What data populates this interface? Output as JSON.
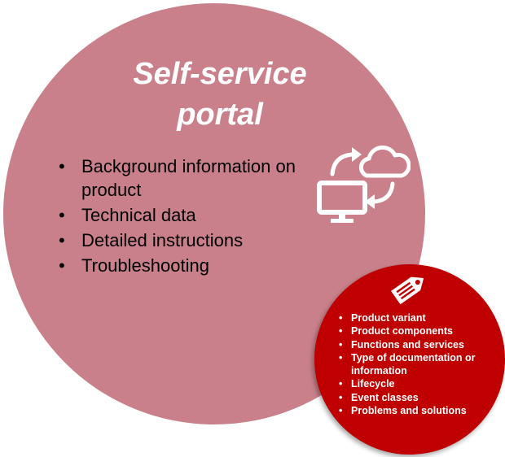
{
  "portal": {
    "title_line1": "Self-service",
    "title_line2": "portal",
    "items": [
      "Background information on product",
      "Technical data",
      "Detailed instructions",
      "Troubleshooting"
    ]
  },
  "metadata_panel": {
    "items": [
      "Product variant",
      "Product components",
      "Functions and services",
      "Type of documentation or information",
      "Lifecycle",
      "Event classes",
      "Problems and solutions"
    ]
  },
  "icons": {
    "sync": "cloud-monitor-sync-icon",
    "tag": "price-tag-icon"
  },
  "colors": {
    "big_circle": "#c9808a",
    "small_circle": "#c00000",
    "title_text": "#ffffff",
    "list_text": "#000000",
    "small_list_text": "#ffffff"
  }
}
